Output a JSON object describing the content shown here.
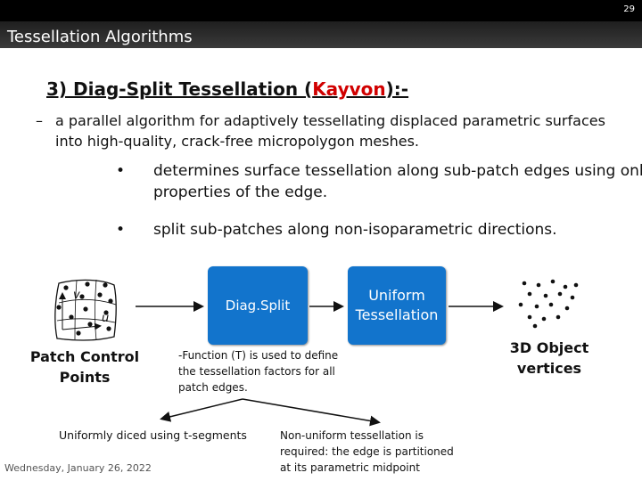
{
  "header": {
    "slide_number": "29",
    "section_title": "Tessellation Algorithms"
  },
  "heading": {
    "prefix": "3) Diag-Split Tessellation (",
    "author": "Kayvon",
    "suffix": "):-",
    "author_color": "#d10000"
  },
  "description": {
    "dash": "–",
    "text": "a parallel algorithm for adaptively tessellating displaced parametric surfaces into high-quality, crack-free micropolygon meshes."
  },
  "bullets": [
    {
      "marker": "•",
      "text": "determines surface tessellation along sub-patch edges using only properties of the edge."
    },
    {
      "marker": "•",
      "text": "split sub-patches along non-isoparametric directions."
    }
  ],
  "diagram": {
    "patch": {
      "label_line1": "Patch Control",
      "label_line2": "Points",
      "v_label": "v",
      "u_label": "u"
    },
    "diag_split_box": {
      "label": "Diag.Split",
      "color": "#1274cc"
    },
    "uniform_box": {
      "label_line1": "Uniform",
      "label_line2": "Tessellation",
      "color": "#1274cc"
    },
    "object": {
      "label_line1": "3D Object",
      "label_line2": "vertices"
    },
    "function_note": {
      "line1": "-Function (T) is used to define",
      "line2": "the tessellation factors for all",
      "line3": "patch edges."
    },
    "left_note": "Uniformly diced using t-segments",
    "right_note": {
      "line1": "Non-uniform tessellation is",
      "line2": "required: the edge is partitioned",
      "line3": "at its parametric midpoint"
    }
  },
  "footer": {
    "date": "Wednesday, January 26, 2022"
  }
}
